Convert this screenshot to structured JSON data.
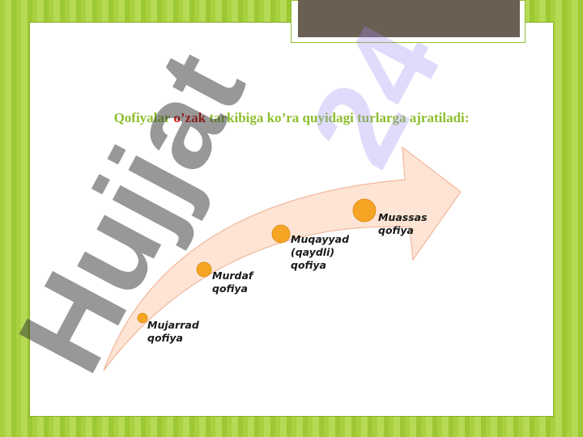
{
  "slide": {
    "title_prefix": "Qofiyalar",
    "title_accent": "o’zak",
    "title_suffix": "tarkibiga ko’ra quyidagi turlarga ajratiladi:"
  },
  "diagram": {
    "steps": [
      {
        "label": "Mujarrad\nqofiya"
      },
      {
        "label": "Murdaf\nqofiya"
      },
      {
        "label": "Muqayyad\n(qaydli)\nqofiya"
      },
      {
        "label": "Muassas\nqofiya"
      }
    ]
  },
  "watermark": {
    "text": "Hujjat24"
  },
  "colors": {
    "accent": "#e01010",
    "title": "#8dbf2e",
    "dot": "#f5a523",
    "arrow_fill": "#fde4d5",
    "arrow_stroke": "#f2b79a"
  }
}
